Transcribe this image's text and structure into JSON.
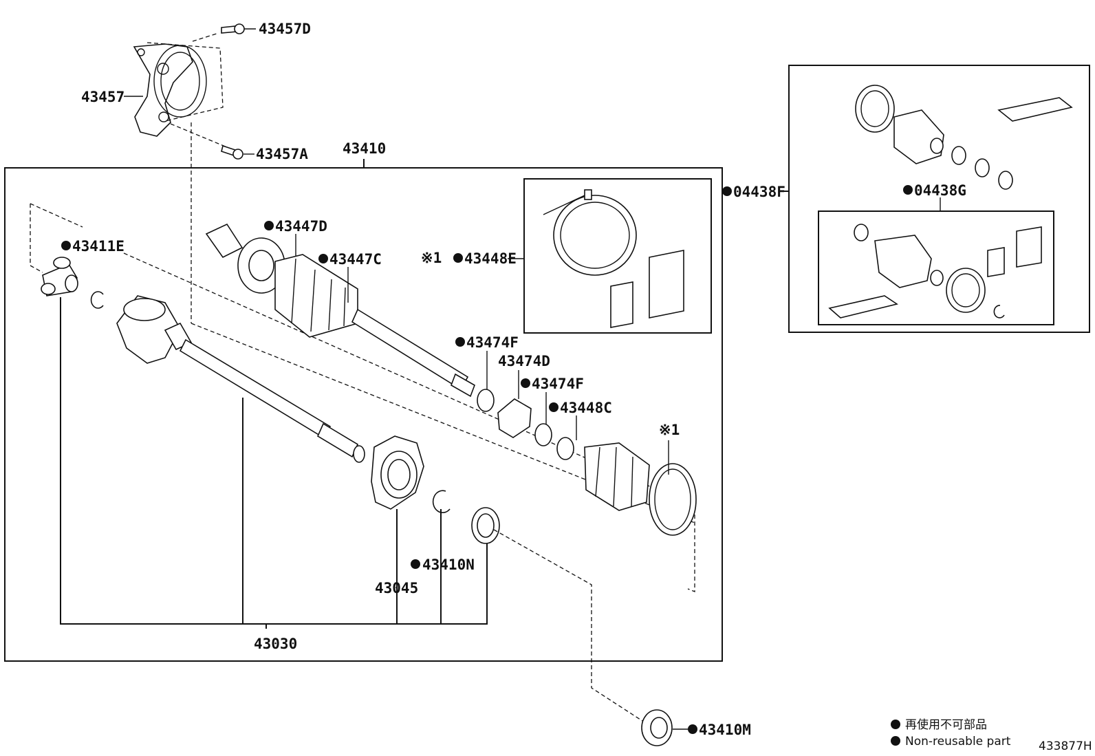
{
  "diagram": {
    "labels": {
      "p43457D": "43457D",
      "p43457": "43457",
      "p43457A": "43457A",
      "p43410": "43410",
      "p43447D": "43447D",
      "p43447C": "43447C",
      "p43411E": "43411E",
      "p43448E": "43448E",
      "ref_mark": "※1",
      "p43474F_1": "43474F",
      "p43474D": "43474D",
      "p43474F_2": "43474F",
      "p43448C": "43448C",
      "p43410N": "43410N",
      "p43045": "43045",
      "p43030": "43030",
      "p43410M": "43410M",
      "p04438F": "04438F",
      "p04438G": "04438G"
    },
    "legend": {
      "jp": "再使用不可部品",
      "en": "Non-reusable part"
    },
    "diagram_id": "433877H"
  }
}
